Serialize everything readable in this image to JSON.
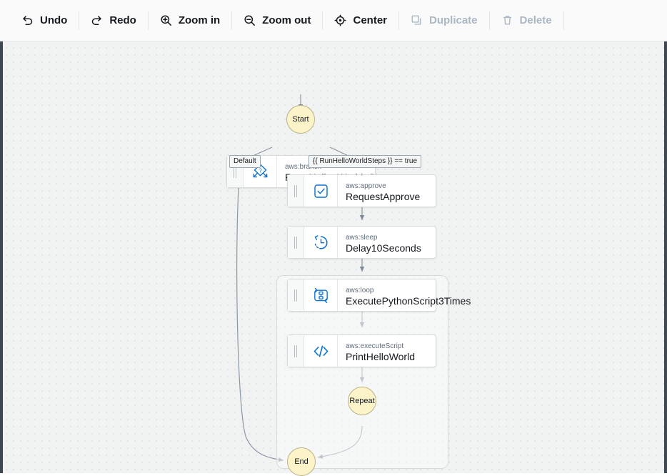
{
  "toolbar": {
    "buttons": [
      {
        "label": "Undo",
        "icon": "undo-icon",
        "disabled": false
      },
      {
        "label": "Redo",
        "icon": "redo-icon",
        "disabled": false
      },
      {
        "label": "Zoom in",
        "icon": "zoom-in-icon",
        "disabled": false
      },
      {
        "label": "Zoom out",
        "icon": "zoom-out-icon",
        "disabled": false
      },
      {
        "label": "Center",
        "icon": "center-icon",
        "disabled": false
      },
      {
        "label": "Duplicate",
        "icon": "duplicate-icon",
        "disabled": true
      },
      {
        "label": "Delete",
        "icon": "trash-icon",
        "disabled": true
      }
    ]
  },
  "canvas": {
    "background_color": "#f1f3f3",
    "dot_color": "#e3e6e6",
    "accent_color": "#0972d3",
    "terminal_fill": "#fdf3c9",
    "terminal_border": "#b9b389",
    "node_border": "#d5dbdb"
  },
  "graph": {
    "terminals": [
      {
        "id": "start",
        "label": "Start"
      },
      {
        "id": "repeat",
        "label": "Repeat"
      },
      {
        "id": "end",
        "label": "End"
      }
    ],
    "steps": [
      {
        "id": "branch",
        "type": "aws:branch",
        "name": "Run_Hello_World_Steps",
        "icon": "branch-icon"
      },
      {
        "id": "approve",
        "type": "aws:approve",
        "name": "RequestApprove",
        "icon": "approve-check-icon"
      },
      {
        "id": "sleep",
        "type": "aws:sleep",
        "name": "Delay10Seconds",
        "icon": "clock-rewind-icon"
      },
      {
        "id": "loop",
        "type": "aws:loop",
        "name": "ExecutePythonScript3Times",
        "icon": "loop-icon"
      },
      {
        "id": "script",
        "type": "aws:executeScript",
        "name": "PrintHelloWorld",
        "icon": "code-brackets-icon"
      }
    ],
    "edge_labels": [
      {
        "id": "default-label",
        "text": "Default"
      },
      {
        "id": "condition-label",
        "text": "{{ RunHelloWorldSteps }} == true"
      }
    ]
  }
}
